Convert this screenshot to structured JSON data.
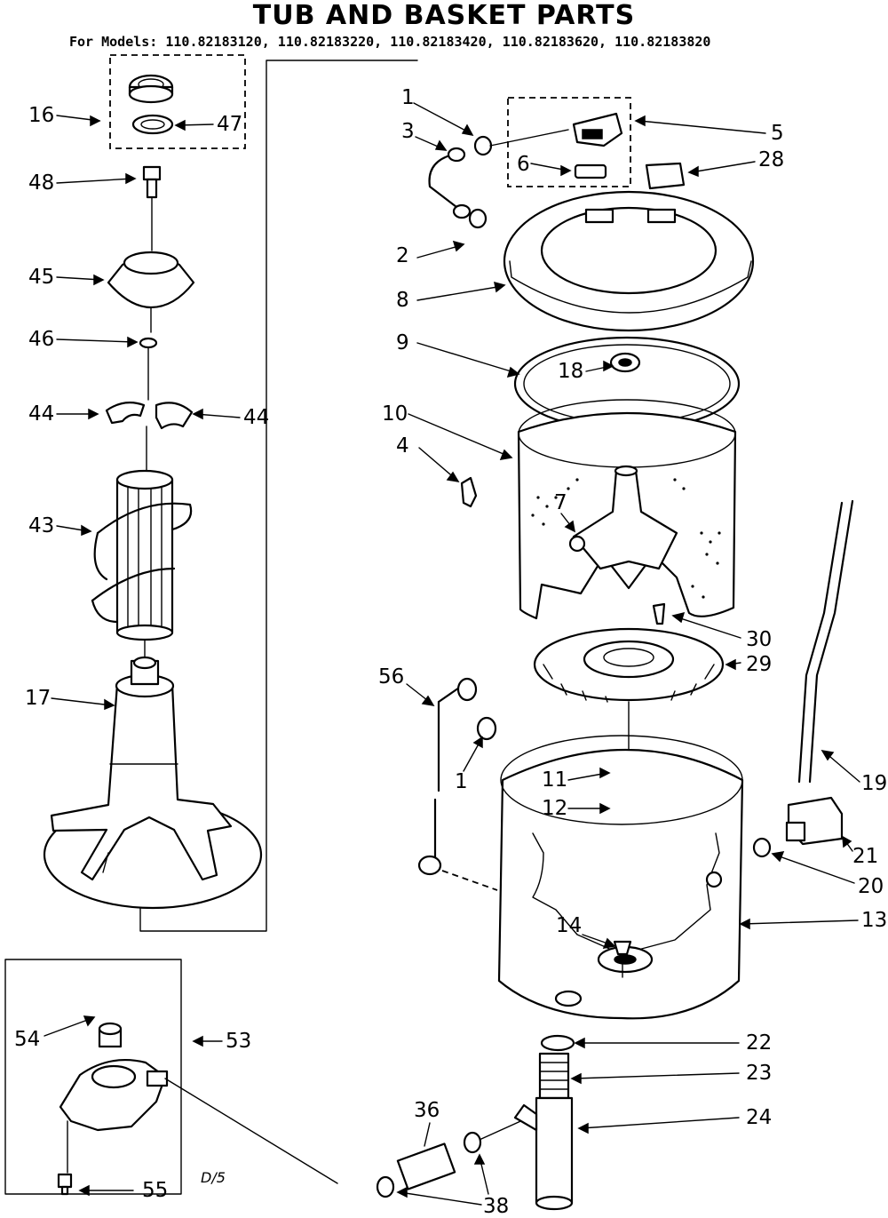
{
  "title": "TUB AND BASKET PARTS",
  "subtitle": "For Models: 110.82183120, 110.82183220, 110.82183420, 110.82183620, 110.82183820",
  "footnote": "D/5",
  "labels": {
    "l1a": "1",
    "l1b": "1",
    "l2": "2",
    "l3": "3",
    "l4": "4",
    "l5": "5",
    "l6": "6",
    "l7": "7",
    "l8": "8",
    "l9": "9",
    "l10": "10",
    "l11": "11",
    "l12": "12",
    "l13": "13",
    "l14": "14",
    "l16": "16",
    "l17": "17",
    "l18": "18",
    "l19": "19",
    "l20": "20",
    "l21": "21",
    "l22": "22",
    "l23": "23",
    "l24": "24",
    "l28": "28",
    "l29": "29",
    "l30": "30",
    "l36": "36",
    "l38": "38",
    "l43": "43",
    "l44a": "44",
    "l44b": "44",
    "l45": "45",
    "l46": "46",
    "l47": "47",
    "l48": "48",
    "l53": "53",
    "l54": "54",
    "l55": "55",
    "l56": "56"
  },
  "colors": {
    "ink": "#000000",
    "paper": "#ffffff"
  }
}
